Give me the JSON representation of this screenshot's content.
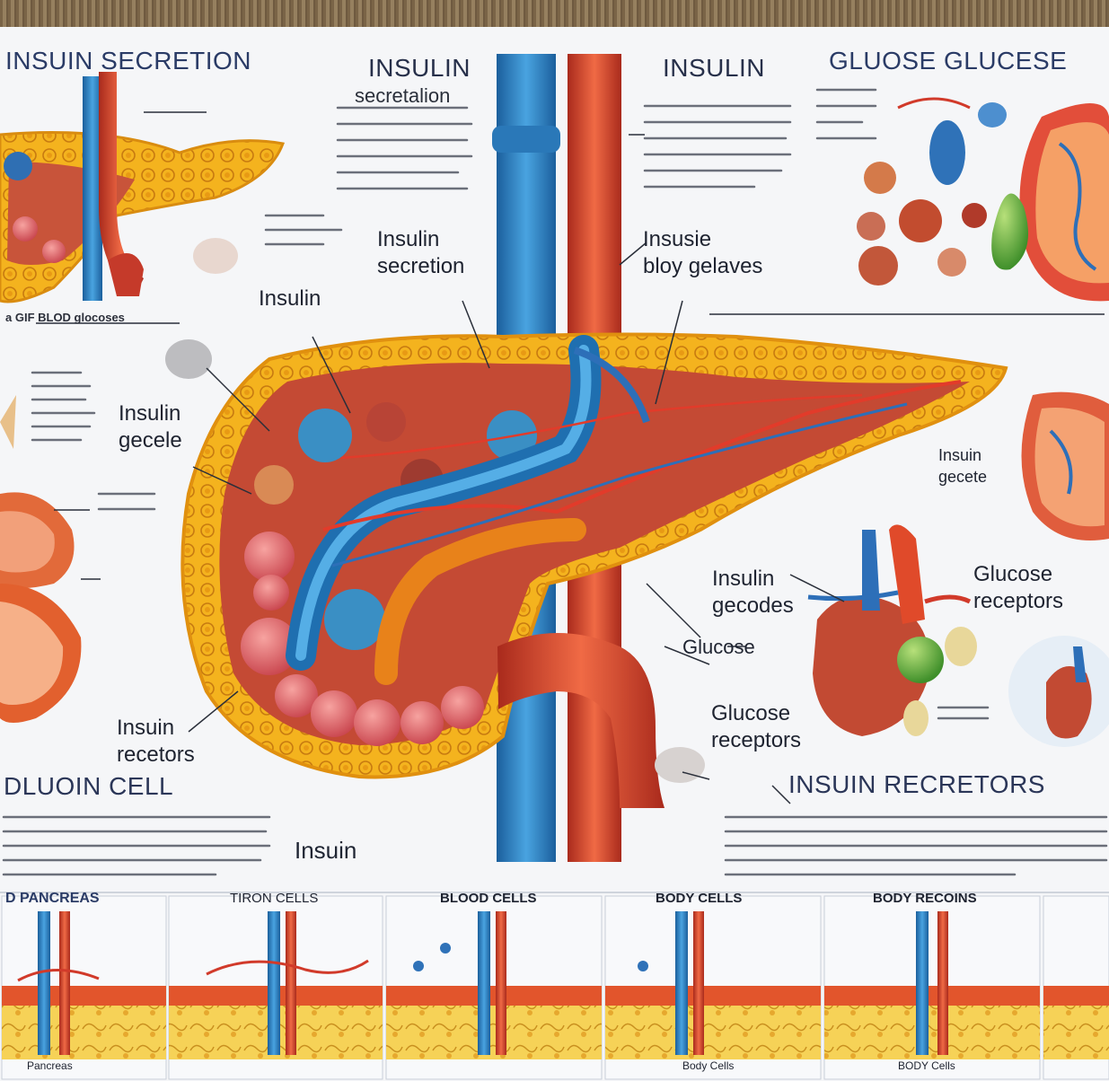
{
  "headings": {
    "top_left": "INSUIN SECRETION",
    "top_center_left": "INSULIN",
    "top_center_left_sub": "secretalion",
    "top_center_right": "INSULIN",
    "top_right": "GLUOSE GLUCESE",
    "mid_left": "DLUOIN CELL",
    "mid_right": "INSUIN RECRETORS",
    "bottom_center": "Insuin"
  },
  "callouts": {
    "insulin_secretion": "Insulin\nsecretion",
    "insusie_bloy": "Insusie\nbloy gelaves",
    "insulin": "Insulin",
    "insulin_gecele": "Insulin\ngecele",
    "insulin_receptors": "Insuin\nrecetors",
    "insulin_gecodes": "Insulin\ngecodes",
    "glucose_receptors_right": "Glucose\nreceptors",
    "glucose": "Glucose",
    "glucose_receptors_lower": "Glucose\nreceptors",
    "insuin_gecete": "Insuin\ngecete",
    "blood_glucose_left": "a GIF BLOD glocoses"
  },
  "panels": [
    {
      "title": "D PANCREAS",
      "caption": "Pancreas"
    },
    {
      "title": "TIRON CELLS",
      "caption": ""
    },
    {
      "title": "BLOOD CELLS",
      "caption": ""
    },
    {
      "title": "BODY CELLS",
      "caption": "Body Cells"
    },
    {
      "title": "BODY RECOINS",
      "caption": "BODY Cells"
    },
    {
      "title": "",
      "caption": ""
    }
  ],
  "colors": {
    "vein": "#2f86c8",
    "artery": "#d9452b",
    "pancreas_border": "#f2a81d",
    "pancreas_fill": "#c8543a",
    "fat": "#f3c84a"
  }
}
